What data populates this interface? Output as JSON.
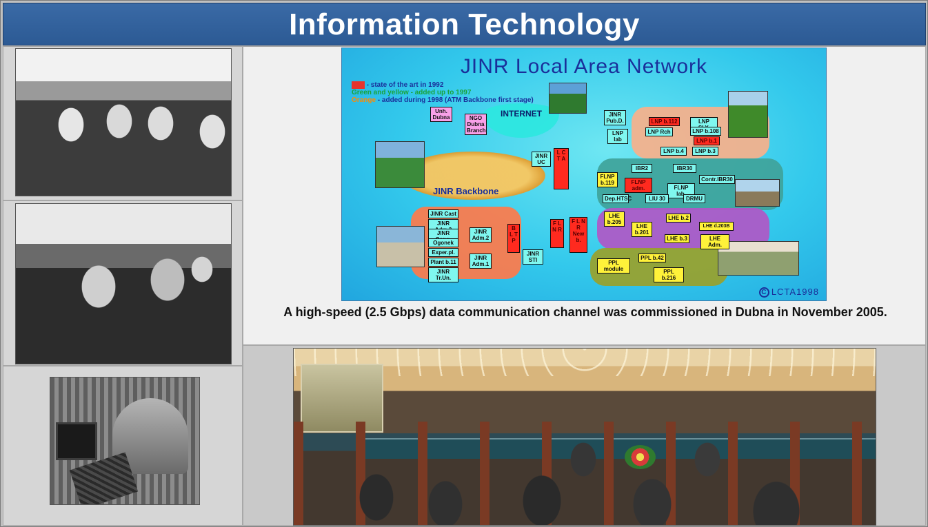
{
  "header": {
    "title": "Information Technology"
  },
  "network_diagram": {
    "title": "JINR Local Area Network",
    "legend": {
      "red_key": "Red",
      "red_text": " - state of the art in 1992",
      "green_text": "Green and yellow - added up to 1997",
      "orange_key": "Orange",
      "orange_text": " - added during 1998 (ATM Backbone first stage)"
    },
    "internet_label": "INTERNET",
    "backbone_label": "JINR Backbone",
    "copyright": "LCTA1998",
    "nodes": {
      "unh_dubna": "Unh. Dubna",
      "ngo_dubna": "NGO Dubna Branch",
      "jinr_uc": "JINR UC",
      "lcta": "L C T A",
      "jinr_pub": "JINR Pub.D.",
      "lnp_lab": "LNP lab",
      "lnp_b112": "LNP b.112",
      "lnp_sly": "LNP SLY.",
      "lnp_rch": "LNP Rch",
      "lnp_b108": "LNP b.108",
      "lnp_b1": "LNP b.1",
      "lnp_b4": "LNP b.4",
      "lnp_b3": "LNP b.3",
      "ibr2": "IBR2",
      "ibr30": "IBR30",
      "flnp_b119": "FLNP b.119",
      "flnp_adm": "FLNP adm.",
      "contr_ibr30": "Contr.IBR30",
      "flnp_lab": "FLNP lab.",
      "dep_htsc": "Dep.HTSC",
      "liu30": "LIU 30",
      "drmu": "DRMU",
      "lhe_b205": "LHE b.205",
      "lhe_b2": "LHE b.2",
      "lhe_b201": "LHE b.201",
      "lhe_d203b": "LHE d.203B",
      "lhe_b3": "LHE b.3",
      "lhe_adm": "LHE Adm.",
      "ppl_module": "PPL module",
      "ppl_b42": "PPL b.42",
      "ppl_b216": "PPL b.216",
      "jinr_cast": "JINR Cast",
      "jinr_adm3": "JINR Adm.3",
      "jinr_cong": "JINR Cong.",
      "ogonek": "Ogonek",
      "exper_pl": "Exper.pl.",
      "plant_b11": "Plant b.11",
      "jinr_tr_un": "JINR Tr.Un.",
      "jinr_adm2": "JINR Adm.2",
      "jinr_adm1": "JINR Adm.1",
      "bltp": "B L T P",
      "jinr_sti": "JINR STI",
      "flnr": "F L N R",
      "flnr_new": "F L N R New b."
    }
  },
  "caption": "A high-speed (2.5 Gbps) data communication channel was commissioned in Dubna in  November 2005."
}
